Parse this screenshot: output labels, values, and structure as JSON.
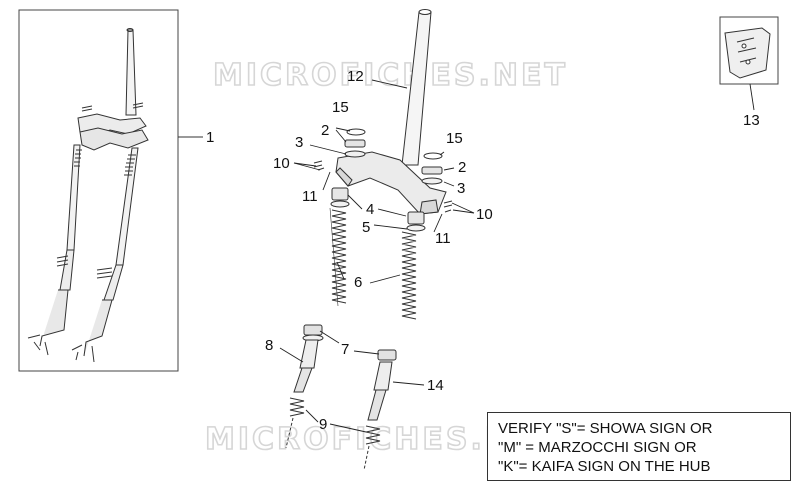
{
  "watermark": "MICROFICHES.NET",
  "callouts": {
    "c1": "1",
    "c2a": "2",
    "c2b": "2",
    "c3a": "3",
    "c3b": "3",
    "c4": "4",
    "c5": "5",
    "c6": "6",
    "c7": "7",
    "c8": "8",
    "c9": "9",
    "c10a": "10",
    "c10b": "10",
    "c11a": "11",
    "c11b": "11",
    "c12": "12",
    "c13": "13",
    "c14": "14",
    "c15a": "15",
    "c15b": "15"
  },
  "note": {
    "line1": "VERIFY \"S\"= SHOWA SIGN OR",
    "line2": "\"M\" = MARZOCCHI SIGN OR",
    "line3": "\"K\"= KAIFA SIGN ON THE HUB"
  }
}
